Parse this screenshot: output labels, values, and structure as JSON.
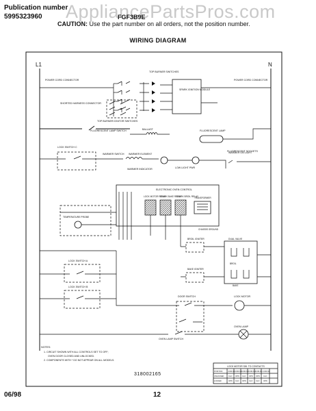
{
  "header": {
    "publication_label": "Publication number",
    "publication_number": "5995323960",
    "model": "FGF3B9E",
    "caution_bold": "CAUTION:",
    "caution_text": " Use the part number on all orders, not the position number."
  },
  "watermark": "AppliancePartsPros.com",
  "diagram": {
    "title": "WIRING DIAGRAM",
    "line_l1": "L1",
    "line_n": "N",
    "power_cord_left": "POWER CORD CONNECTOR",
    "power_cord_right": "POWER CORD CONNECTOR",
    "top_burner_switches": "TOP BURNER SWITCHES",
    "spark_ignition_module": "SPARK IGNITION MODULE",
    "top_burner_ignitor_switches": "TOP BURNER IGNITOR SWITCHES",
    "shorted_harness_connector": "SHORTED HARNESS CONNECTOR",
    "fluorescent_lamp_switch": "FLUORESCENT LAMP SWITCH",
    "ballast": "BALLAST",
    "fluorescent_lamp": "FLUORESCENT LAMP",
    "fluorescent_sockets": "FLUORESCENT SOCKETS",
    "warmer_on_light": "WARMER ON LIGHT",
    "warmer_switch": "WARMER SWITCH",
    "lock_switch_c": "LOCK SWITCH C",
    "warmer_element": "WARMER ELEMENT",
    "warmer_indicator": "WARMER INDICATOR",
    "low_light_pwr": "LOW LIGHT PWR",
    "electronic_oven_control": "ELECTRONIC OVEN CONTROL",
    "lock_motor_relay": "LOCK MOTOR RELAY",
    "spark_bake_relay": "SPARK BAKE RELAY",
    "spark_broil_relay": "SPARK BROIL RELAY",
    "transformer": "TRANSFORMER",
    "chassis_ground": "CHASSIS GROUND",
    "temperature_probe": "TEMPERATURE PROBE",
    "lock_switch_a": "LOCK SWITCH A",
    "lock_switch_b": "LOCK SWITCH B",
    "broil_igniter": "BROIL IGNITER",
    "bake_igniter": "BAKE IGNITER",
    "dual_valve": "DUAL VALVE",
    "door_switch": "DOOR SWITCH",
    "lock_motor": "LOCK MOTOR",
    "oven_lamp": "OVEN LAMP",
    "oven_lamp_switch": "OVEN LAMP SWITCH",
    "bake": "BAKE",
    "broil": "BROIL",
    "notes_title": "NOTES:",
    "note_1": "1. CIRCUIT SHOWN WITH ALL CONTROLS SET TO OFF;",
    "note_1b": "OVEN DOOR CLOSED AND UNLOCKED.",
    "note_2": "2. COMPONENTS WITH * DO NOT APPEAR ON ALL MODELS.",
    "table_title": "LOCK MOTOR SW. TO CONTACTS",
    "table_headers": [
      "POSITION",
      "COM-NC",
      "COM-NO",
      "COM-NC",
      "COM-NO",
      "COM-NC",
      "COM-NO"
    ],
    "table_rows": [
      [
        "UNLOCKED",
        "CLO",
        "OPN",
        "CLO",
        "OPN",
        "OPN",
        "CLO"
      ],
      [
        "LOCKED",
        "OPN",
        "CLO",
        "OPN",
        "CLO",
        "CLO",
        "OPN"
      ]
    ],
    "drawing_number": "318002165"
  },
  "footer": {
    "date": "06/98",
    "page": "12"
  }
}
